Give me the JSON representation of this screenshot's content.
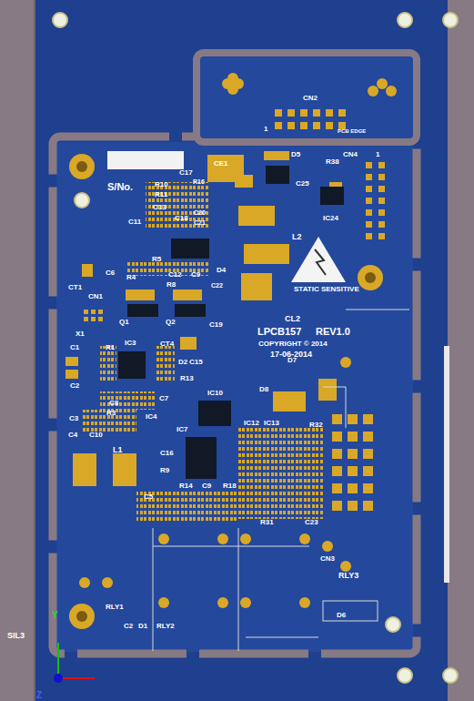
{
  "diagram": {
    "labels": [
      "S/No.",
      "C17",
      "R10",
      "R11",
      "R16",
      "C13",
      "C18",
      "C20",
      "C21",
      "C11",
      "R5",
      "R4",
      "C12",
      "C9",
      "R8",
      "C6",
      "CT1",
      "CN1",
      "Q1",
      "Q2",
      "C22",
      "D4",
      "C19",
      "CE1",
      "D5",
      "R38",
      "C25",
      "CN4",
      "1",
      "IC24",
      "L2",
      "STATIC SENSITIVE",
      "CL2",
      "LPCB157",
      "REV1.0",
      "COPYRIGHT © 2014",
      "17-06-2014",
      "X1",
      "R1",
      "IC3",
      "C1",
      "C2",
      "CT4",
      "D2",
      "C15",
      "R13",
      "C8",
      "R3",
      "C7",
      "C3",
      "C4",
      "IC4",
      "C10",
      "D7",
      "D8",
      "IC10",
      "IC7",
      "L1",
      "C16",
      "R9",
      "R14",
      "C9",
      "R18",
      "C5",
      "IC12",
      "IC13",
      "R32",
      "R31",
      "C23",
      "CN3",
      "RLY3",
      "RLY2",
      "RLY1",
      "C2",
      "D1",
      "D6",
      "SIL3",
      "CN2",
      "1",
      "PCB EDGE",
      "Y",
      "Z"
    ]
  }
}
